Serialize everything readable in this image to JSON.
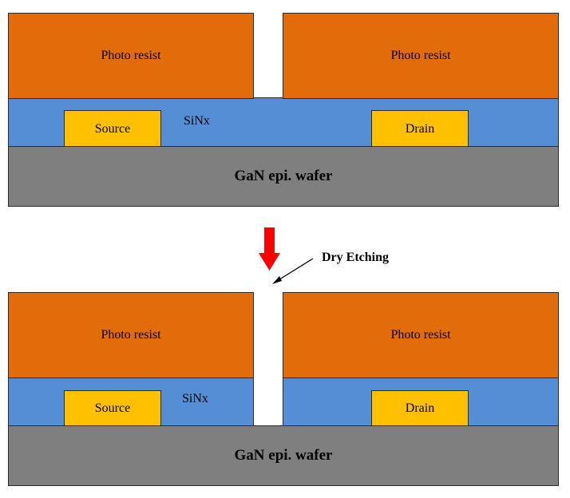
{
  "before": {
    "photo_resist_left": "Photo resist",
    "photo_resist_right": "Photo resist",
    "sinx": "SiNx",
    "source": "Source",
    "drain": "Drain",
    "wafer": "GaN epi. wafer"
  },
  "process_step": {
    "label": "Dry Etching"
  },
  "after": {
    "photo_resist_left": "Photo resist",
    "photo_resist_right": "Photo resist",
    "sinx": "SiNx",
    "source": "Source",
    "drain": "Drain",
    "wafer": "GaN epi. wafer"
  },
  "colors": {
    "photo_resist": "#e26b0a",
    "sinx": "#558ed5",
    "electrode": "#ffc000",
    "wafer": "#7f7f7f",
    "arrow": "#ff0000"
  }
}
